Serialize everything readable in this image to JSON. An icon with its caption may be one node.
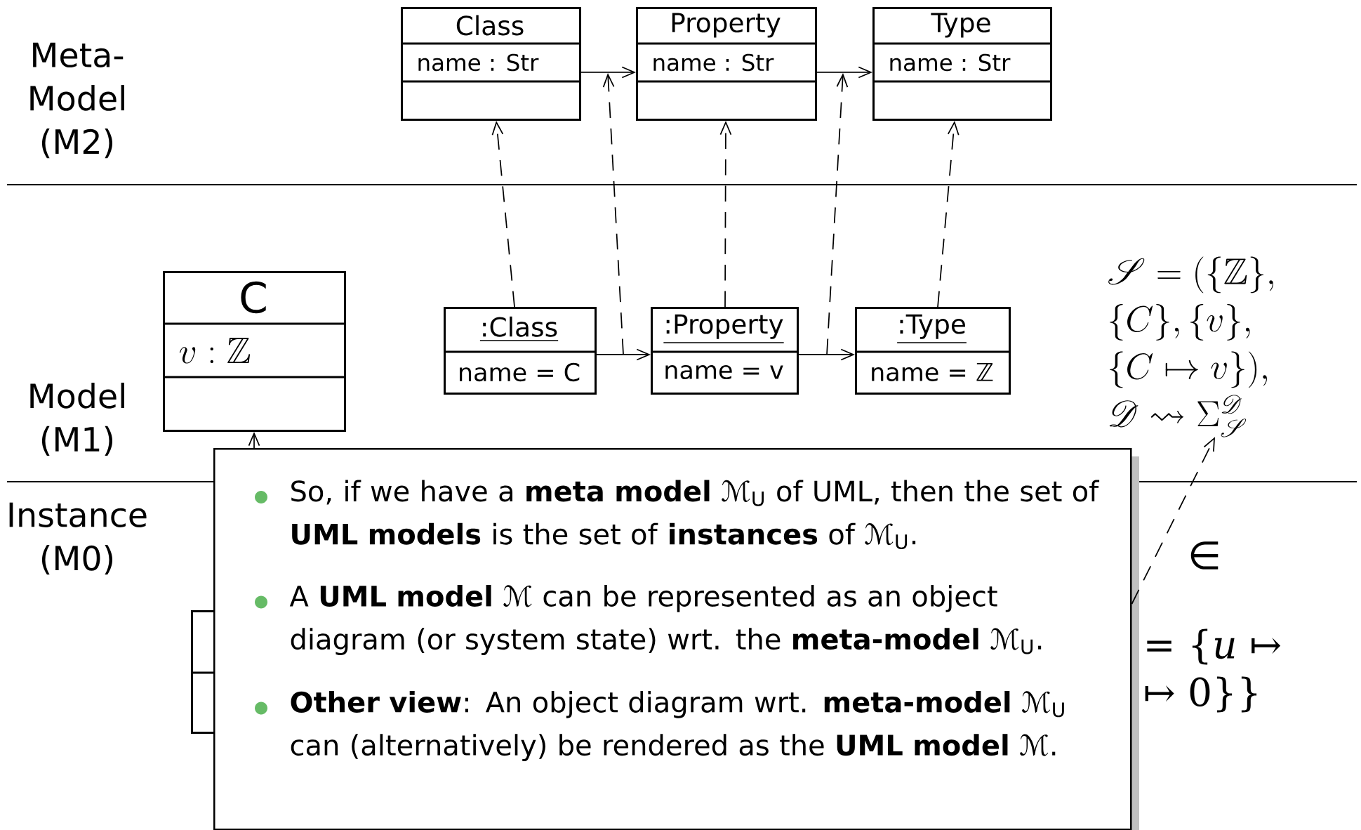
{
  "diagram": {
    "nodes": [
      {
        "text": [
          "Class",
          "name : Str"
        ]
      },
      {
        "text": [
          "Property",
          "name : Str"
        ]
      },
      {
        "text": [
          "Type",
          "name : Str"
        ]
      },
      {
        "text": [
          "C",
          "v : \\mathbb{Z}"
        ]
      },
      {
        "text": [
          ":Class",
          "name = C"
        ]
      },
      {
        "text": [
          ":Property",
          "name = v"
        ]
      },
      {
        "text": [
          ":Type",
          "name = ℤ"
        ]
      },
      {
        "text": [
          "\\mathscr{S} = (\\{\\mathbb{Z}\\},",
          "\\{C\\}, \\{v\\},",
          "\\{C \\mapsto v\\}),",
          "\\mathscr{D} \\rightsquigarrow \\Sigma_{\\mathscr{S}}^{\\mathscr{D}}"
        ]
      },
      {
        "text": [
          "So, if we have a **meta model** ℳ$_{U}$ of UML, then the set of **UML models** is the set of **instances** of ℳ$_{U}$.",
          "A **UML model** ℳ can be represented as an object diagram (or system state) wrt. the **meta-model** ℳ$_{U}$.",
          "**Other view**: An object diagram wrt. **meta-model** ℳ$_{U}$ can (alternatively) be rendered as the **UML model** ℳ."
        ]
      },
      {
        "text": [],
        "shape": "box"
      }
    ],
    "edges": [
      {
        "from": 0,
        "to": 1,
        "arrow": "to"
      },
      {
        "from": 1,
        "to": 2,
        "arrow": "to"
      },
      {
        "from": 4,
        "to": 0,
        "arrow": "to",
        "style": "dashed"
      },
      {
        "from": 5,
        "to": 1,
        "arrow": "to",
        "style": "dashed"
      },
      {
        "from": 6,
        "to": 2,
        "arrow": "to",
        "style": "dashed"
      },
      {
        "from": 4,
        "to": 5,
        "arrow": "to"
      },
      {
        "from": 5,
        "to": 6,
        "arrow": "to"
      },
      {
        "from": 8,
        "to": 3,
        "arrow": "to"
      },
      {
        "from": 8,
        "to": 7,
        "arrow": "to",
        "style": "dashed",
        "label": "∈"
      }
    ],
    "labels": [
      "Meta-Model (M2)",
      "Model (M1)",
      "Instance (M0)",
      "= {*u* ↦",
      "↦ 0}}"
    ]
  }
}
